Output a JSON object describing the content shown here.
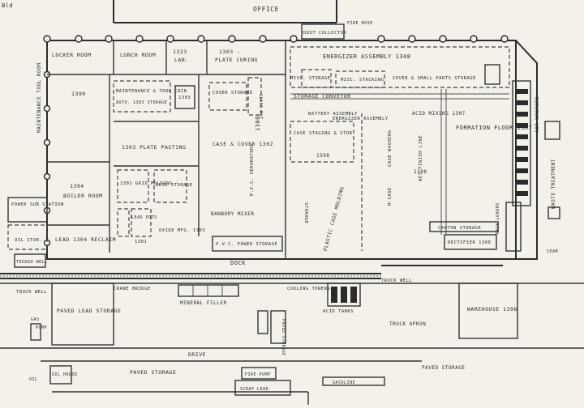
{
  "plan": {
    "office": "OFFICE",
    "building_label": "Bld",
    "fire_hose": "FIRE HOSE",
    "dust_collector": "DUST COLLECTOR",
    "locker_room": "LOCKER ROOM",
    "lunch_room": "LUNCH ROOM",
    "room_1323": "1323",
    "lab": "LAB.",
    "room_1303": "1303 -",
    "plate_curing": "PLATE CURING",
    "energizer_assembly": "ENERGIZER ASSEMBLY  1348",
    "misc_storage": "MISC. STORAGE",
    "misc_stacking": "MISC. STACKING",
    "cover_small_parts": "COVER & SMALL PARTS STORAGE",
    "storage_conveyor": "STORAGE CONVEYOR",
    "battery_assembly": "BATTERY ASSEMBLY",
    "energizer_assembly_2": "ENERGIZER ASSEMBLY",
    "maintenance_tool_crib": "MAINTENANCE & TOOL CRIB",
    "room_1390": "1390",
    "maintenance_tool_room": "MAINTENANCE TOOL ROOM",
    "cover_storage": "COVER STORAGE",
    "glass_mat": "GLASS MAT",
    "auto_1303_storage": "AUTO. 1303 STORAGE",
    "room_1303b": "1303",
    "room_1300": "1300",
    "plate_pasting": "1303 PLATE PASTING",
    "case_cover": "CASE & COVER 1302",
    "case_staging": "CASE STAGING & STOR",
    "room_1398": "1398",
    "acid_mixing": "ACID MIXING 1307",
    "formation_floor": "FORMATION FLOOR 1307",
    "room_1394": "1394",
    "boiler_room": "BOILER ROOM",
    "grid_molding": "1301 GRID MOLDING",
    "grid_storage": "GRID STORAGE",
    "pvc_separators": "P.V.C. SEPARATORS",
    "storage": "STORAGE",
    "plastic_case_molding": "PLASTIC CASE MOLDING",
    "case_washing": "CASE WASHING",
    "m_case": "M-CASE",
    "wet_finish_line": "WET FINISH LINE",
    "room_1308": "1308",
    "air_washers": "AIR WASHERS",
    "waste_treatment": "WASTE TREATMENT",
    "power_sub_station": "POWER SUB STATION",
    "lead_pots": "LEAD POTS",
    "oxide_mfg": "OXIDE MFG. 1303",
    "room_1301": "1301",
    "banbury_mixer": "BANBURY MIXER",
    "pvc_power_storage": "P.V.C. POWER STORAGE",
    "carton_storage": "CARTON STORAGE",
    "rectifier": "RECTIFIER 1308",
    "rack_loader": "RACK LOADER",
    "oil_storage": "OIL STOR.",
    "lead_reclaim": "LEAD 1304 RECLAIM",
    "trough_well": "TROUGH WELL",
    "dock": "DOCK",
    "truck_well": "TRUCK WELL",
    "truck_well_2": "TRUCK WELL",
    "crane_bridge": "CRANE BRIDGE",
    "paved_lead_storage": "PAVED LEAD STORAGE",
    "mineral_filler": "MINERAL FILLER",
    "cooling_towers": "COOLING TOWERS",
    "acid_tanks": "ACID TANKS",
    "paved_storage_box": "PAVED STORAGE",
    "truck_apron": "TRUCK APRON",
    "warehouse": "WAREHOUSE 1398",
    "drive": "DRIVE",
    "paved_storage": "PAVED STORAGE",
    "paved_storage_2": "PAVED STORAGE",
    "oil_house": "OIL HOUSE",
    "gas": "GAS",
    "pump": "PUMP",
    "oil": "OIL",
    "fire_pump": "FIRE PUMP",
    "gasoline": "GASOLINE",
    "scrap_lead": "SCRAP LEAD",
    "seam": "SEAM"
  }
}
